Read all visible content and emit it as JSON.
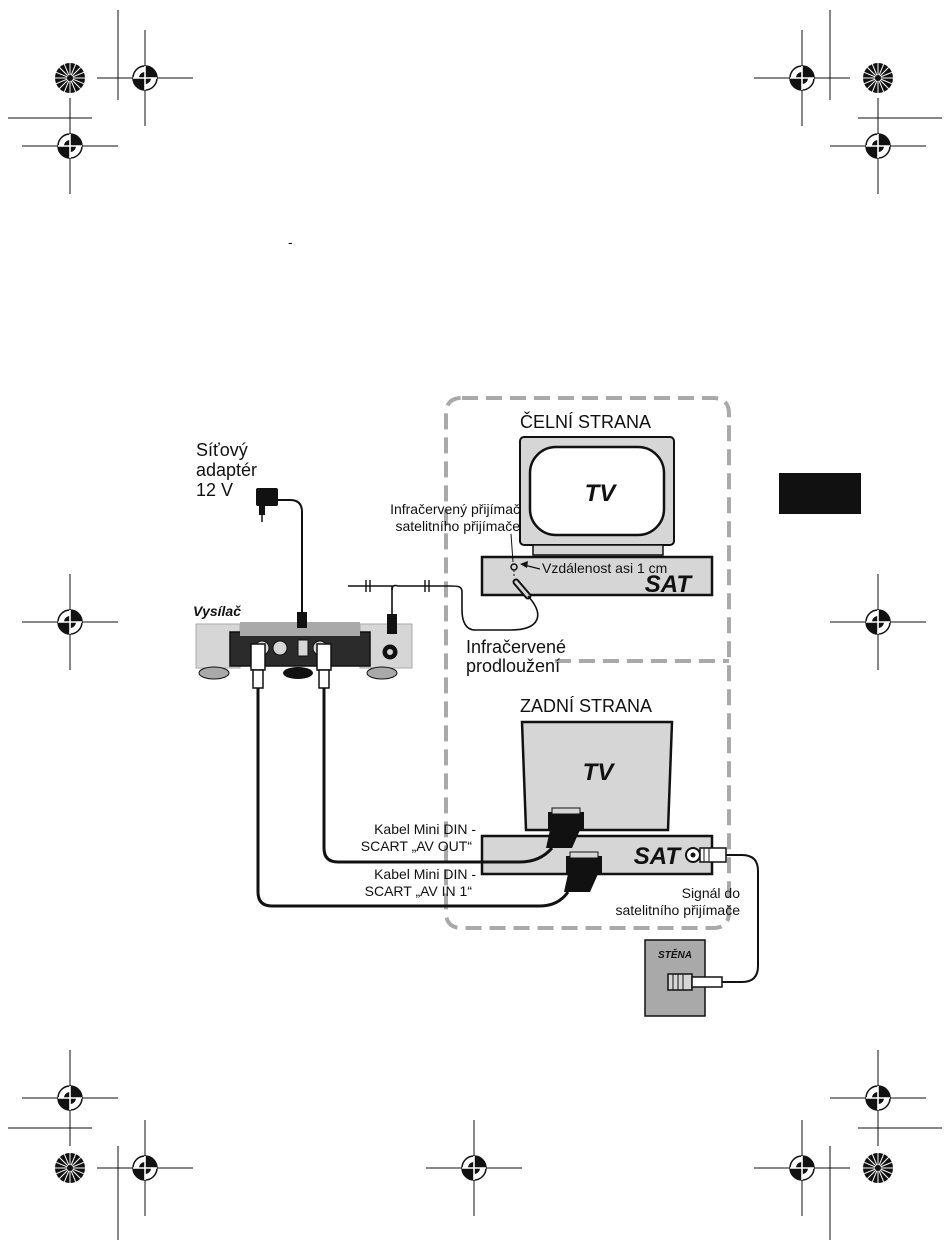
{
  "marks": {
    "dash": "-"
  },
  "front": {
    "title": "ČELNÍ STRANA",
    "tv_label": "TV",
    "ir_receiver_line1": "Infračervený přijímač",
    "ir_receiver_line2": "satelitního přijímače",
    "distance": "Vzdálenost asi 1 cm",
    "sat_label": "SAT"
  },
  "adapter": {
    "line1": "Síťový",
    "line2": "adaptér",
    "line3": "12 V"
  },
  "transmitter": {
    "label": "Vysílač"
  },
  "ir_extension": {
    "line1": "Infračervené",
    "line2": "prodloužení"
  },
  "back": {
    "title": "ZADNÍ STRANA",
    "tv_label": "TV",
    "sat_label": "SAT",
    "cable_out_line1": "Kabel Mini DIN -",
    "cable_out_line2": "SCART „AV OUT“",
    "cable_in_line1": "Kabel Mini DIN -",
    "cable_in_line2": "SCART „AV IN 1“",
    "signal_line1": "Signál do",
    "signal_line2": "satelitního přijímače",
    "wall_label": "STĚNA"
  },
  "colors": {
    "ink": "#111111",
    "gray_box": "#d6d6d6",
    "gray_mid": "#a9a9a9",
    "tab_black": "#111111"
  }
}
